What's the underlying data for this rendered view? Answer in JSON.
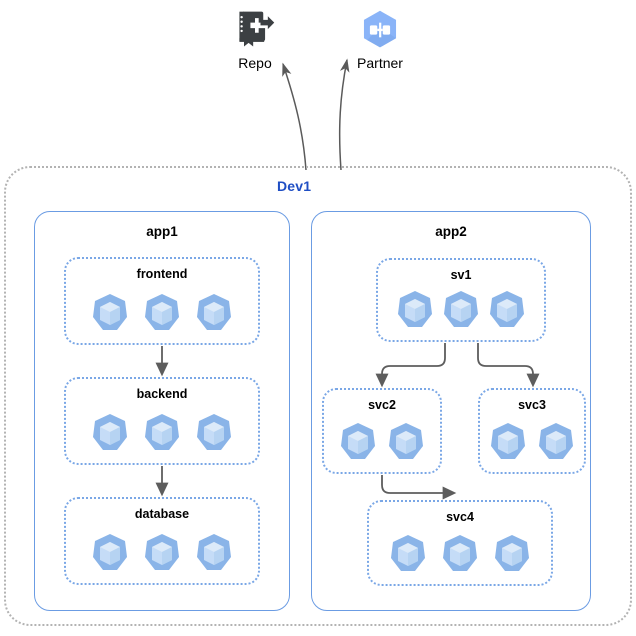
{
  "diagram": {
    "type": "architecture-diagram",
    "colors": {
      "cluster_border": "#b3b3b3",
      "app_border": "#6b9ce3",
      "service_border": "#7aa7e6",
      "cluster_title": "#1f4ec4",
      "pod_fill": "#8ab4e8",
      "pod_inner": "#c5dcf7",
      "arrow": "#595959",
      "partner_icon": "#8ab4f8",
      "repo_icon": "#3c4043"
    },
    "external_nodes": [
      {
        "id": "repo",
        "label": "Repo",
        "icon": "source-repository-icon"
      },
      {
        "id": "partner",
        "label": "Partner",
        "icon": "partner-hexagon-icon"
      }
    ],
    "cluster": {
      "label": "Dev1",
      "apps": [
        {
          "id": "app1",
          "label": "app1",
          "services": [
            {
              "id": "frontend",
              "label": "frontend",
              "pods": 3,
              "pod_icon": "kubernetes-pod-icon"
            },
            {
              "id": "backend",
              "label": "backend",
              "pods": 3,
              "pod_icon": "kubernetes-pod-icon"
            },
            {
              "id": "database",
              "label": "database",
              "pods": 3,
              "pod_icon": "kubernetes-pod-icon"
            }
          ]
        },
        {
          "id": "app2",
          "label": "app2",
          "services": [
            {
              "id": "sv1",
              "label": "sv1",
              "pods": 3,
              "pod_icon": "kubernetes-pod-icon"
            },
            {
              "id": "svc2",
              "label": "svc2",
              "pods": 2,
              "pod_icon": "kubernetes-pod-icon"
            },
            {
              "id": "svc3",
              "label": "svc3",
              "pods": 2,
              "pod_icon": "kubernetes-pod-icon"
            },
            {
              "id": "svc4",
              "label": "svc4",
              "pods": 3,
              "pod_icon": "kubernetes-pod-icon"
            }
          ]
        }
      ]
    },
    "edges": [
      {
        "from": "frontend",
        "to": "backend",
        "style": "straight-arrow"
      },
      {
        "from": "backend",
        "to": "database",
        "style": "straight-arrow"
      },
      {
        "from": "sv1",
        "to": "svc2",
        "style": "elbow-arrow"
      },
      {
        "from": "sv1",
        "to": "svc3",
        "style": "elbow-arrow"
      },
      {
        "from": "svc2",
        "to": "svc4",
        "style": "elbow-arrow"
      },
      {
        "from": "cluster",
        "to": "repo",
        "style": "curved-arrow"
      },
      {
        "from": "cluster",
        "to": "partner",
        "style": "curved-arrow"
      }
    ]
  }
}
